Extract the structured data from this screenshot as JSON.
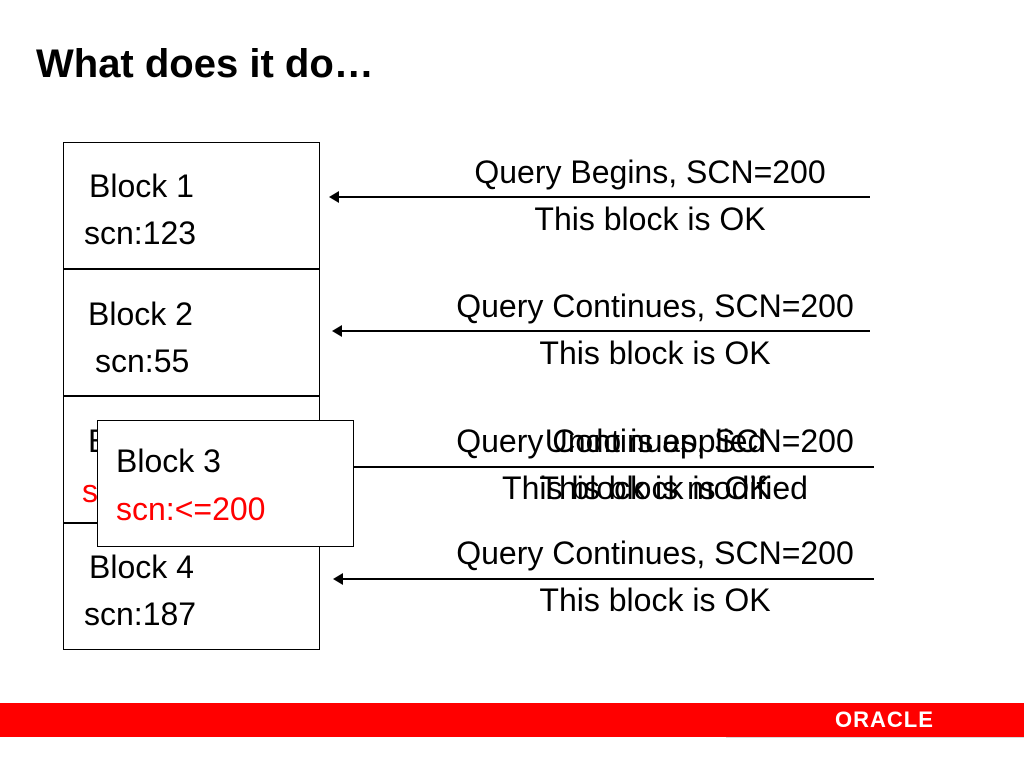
{
  "slide": {
    "title": "What does it do…"
  },
  "blocks": [
    {
      "name": "Block 1",
      "scn": "scn:123"
    },
    {
      "name": "Block 2",
      "scn": "scn:55"
    },
    {
      "name": "Block 3",
      "scn": "scn:<=200"
    },
    {
      "name": "Block 4",
      "scn": "scn:187"
    }
  ],
  "messages": [
    {
      "line1": "Query Begins, SCN=200",
      "line2": "This block is OK"
    },
    {
      "line1": "Query Continues, SCN=200",
      "line2": "This block is OK"
    },
    {
      "line1": "Query Continues, SCN=200",
      "line2": "This block is modified"
    },
    {
      "line1": "Query Continues, SCN=200",
      "line2": "This block is OK"
    }
  ],
  "overlay_message": {
    "line1": "Undo is applied",
    "line2": "This block is OK"
  },
  "footer": {
    "logo_text": "ORACLE",
    "brand_color": "#ff0000"
  }
}
